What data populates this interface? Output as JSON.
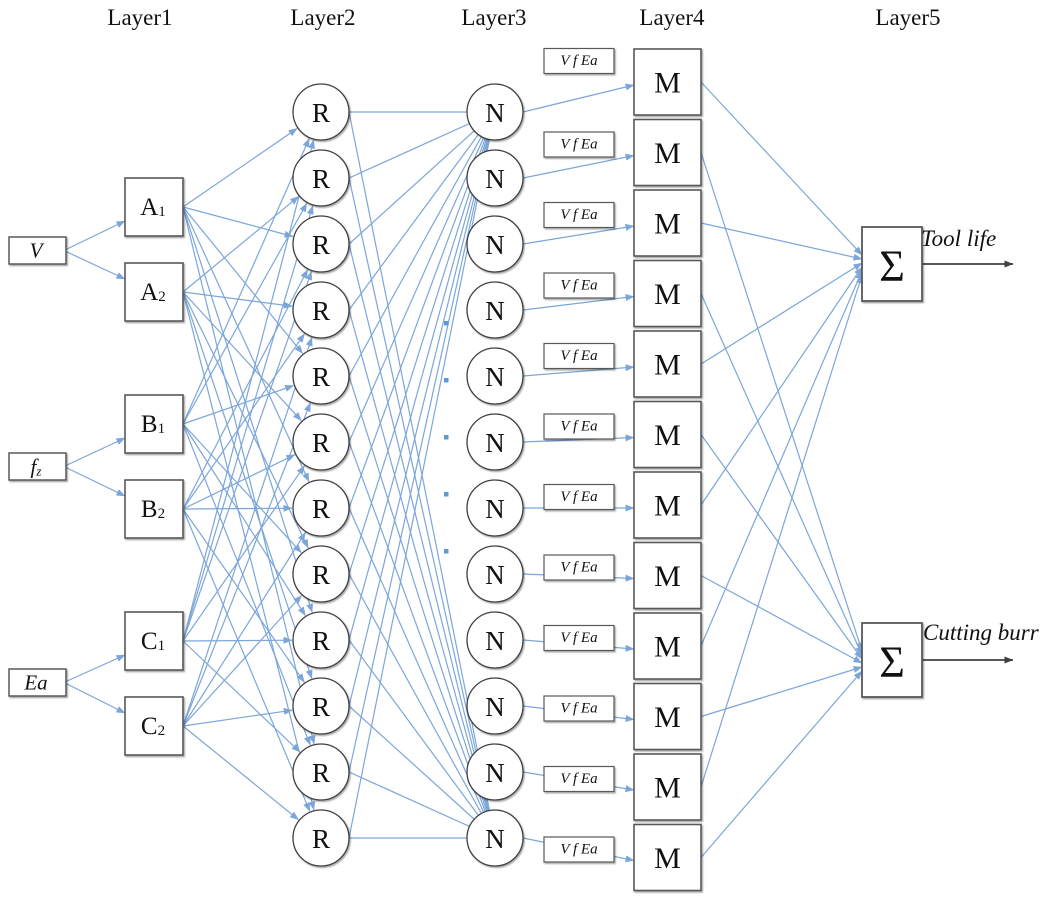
{
  "headers": [
    "Layer1",
    "Layer2",
    "Layer3",
    "Layer4",
    "Layer5"
  ],
  "inputs": [
    {
      "label": "V",
      "sub": ""
    },
    {
      "label": "f",
      "sub": "z"
    },
    {
      "label": "Ea",
      "sub": ""
    }
  ],
  "membership_nodes": [
    {
      "label": "A",
      "sub": "1"
    },
    {
      "label": "A",
      "sub": "2"
    },
    {
      "label": "B",
      "sub": "1"
    },
    {
      "label": "B",
      "sub": "2"
    },
    {
      "label": "C",
      "sub": "1"
    },
    {
      "label": "C",
      "sub": "2"
    }
  ],
  "rule_layer": {
    "symbol": "R",
    "count": 12
  },
  "norm_layer": {
    "symbol": "N",
    "count": 12,
    "ellipsis_dots": 5
  },
  "consequent_layer": {
    "symbol": "M",
    "count": 12,
    "param_label": "V f Ea"
  },
  "output_layer": {
    "symbol": "Σ",
    "outputs": [
      "Tool life",
      "Cutting burr"
    ]
  },
  "connections": {
    "input_to_membership": [
      [
        0,
        1
      ],
      [
        2,
        3
      ],
      [
        4,
        5
      ]
    ],
    "rule_inputs": [
      [
        0,
        2,
        4
      ],
      [
        1,
        2,
        4
      ],
      [
        0,
        3,
        4
      ],
      [
        1,
        3,
        5
      ],
      [
        0,
        2,
        5
      ],
      [
        1,
        3,
        4
      ],
      [
        0,
        3,
        5
      ],
      [
        1,
        2,
        5
      ],
      [
        0,
        2,
        4
      ],
      [
        1,
        3,
        5
      ],
      [
        0,
        2,
        4
      ],
      [
        1,
        3,
        5
      ]
    ],
    "norm_fan_targets": [
      0,
      11
    ],
    "m_to_sum": [
      0,
      1,
      0,
      1,
      0,
      1,
      0,
      1,
      0,
      1,
      0,
      1
    ]
  },
  "colors": {
    "edge_blue": "#7CA6D9",
    "dot_blue": "#5B9BD5",
    "node_stroke": "#3F3F3F",
    "box_stroke": "#595959",
    "dark_line": "#404040",
    "text": "#111111"
  }
}
